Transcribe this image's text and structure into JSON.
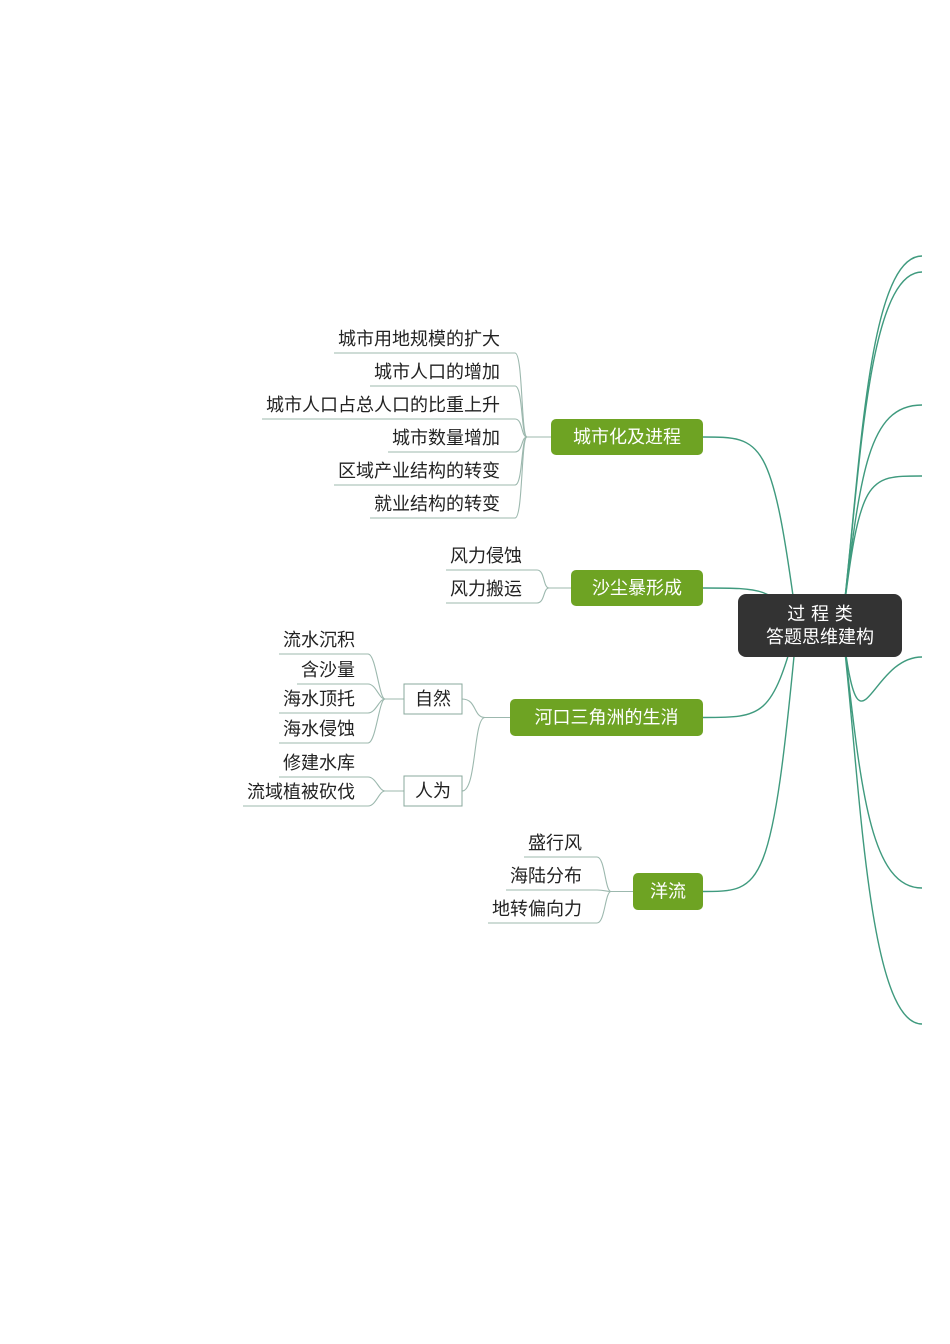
{
  "center": {
    "line1": "过 程 类",
    "line2": "答题思维建构"
  },
  "colors": {
    "branch_fill": "#6ea323",
    "center_fill": "#333333",
    "line": "#3f9a7e"
  },
  "branches": [
    {
      "label": "城市化及进程",
      "leaves": [
        "城市用地规模的扩大",
        "城市人口的增加",
        "城市人口占总人口的比重上升",
        "城市数量增加",
        "区域产业结构的转变",
        "就业结构的转变"
      ]
    },
    {
      "label": "沙尘暴形成",
      "leaves": [
        "风力侵蚀",
        "风力搬运"
      ]
    },
    {
      "label": "河口三角洲的生消",
      "groups": [
        {
          "label": "自然",
          "leaves": [
            "流水沉积",
            "含沙量",
            "海水顶托",
            "海水侵蚀"
          ]
        },
        {
          "label": "人为",
          "leaves": [
            "修建水库",
            "流域植被砍伐"
          ]
        }
      ]
    },
    {
      "label": "洋流",
      "leaves": [
        "盛行风",
        "海陆分布",
        "地转偏向力"
      ]
    }
  ]
}
